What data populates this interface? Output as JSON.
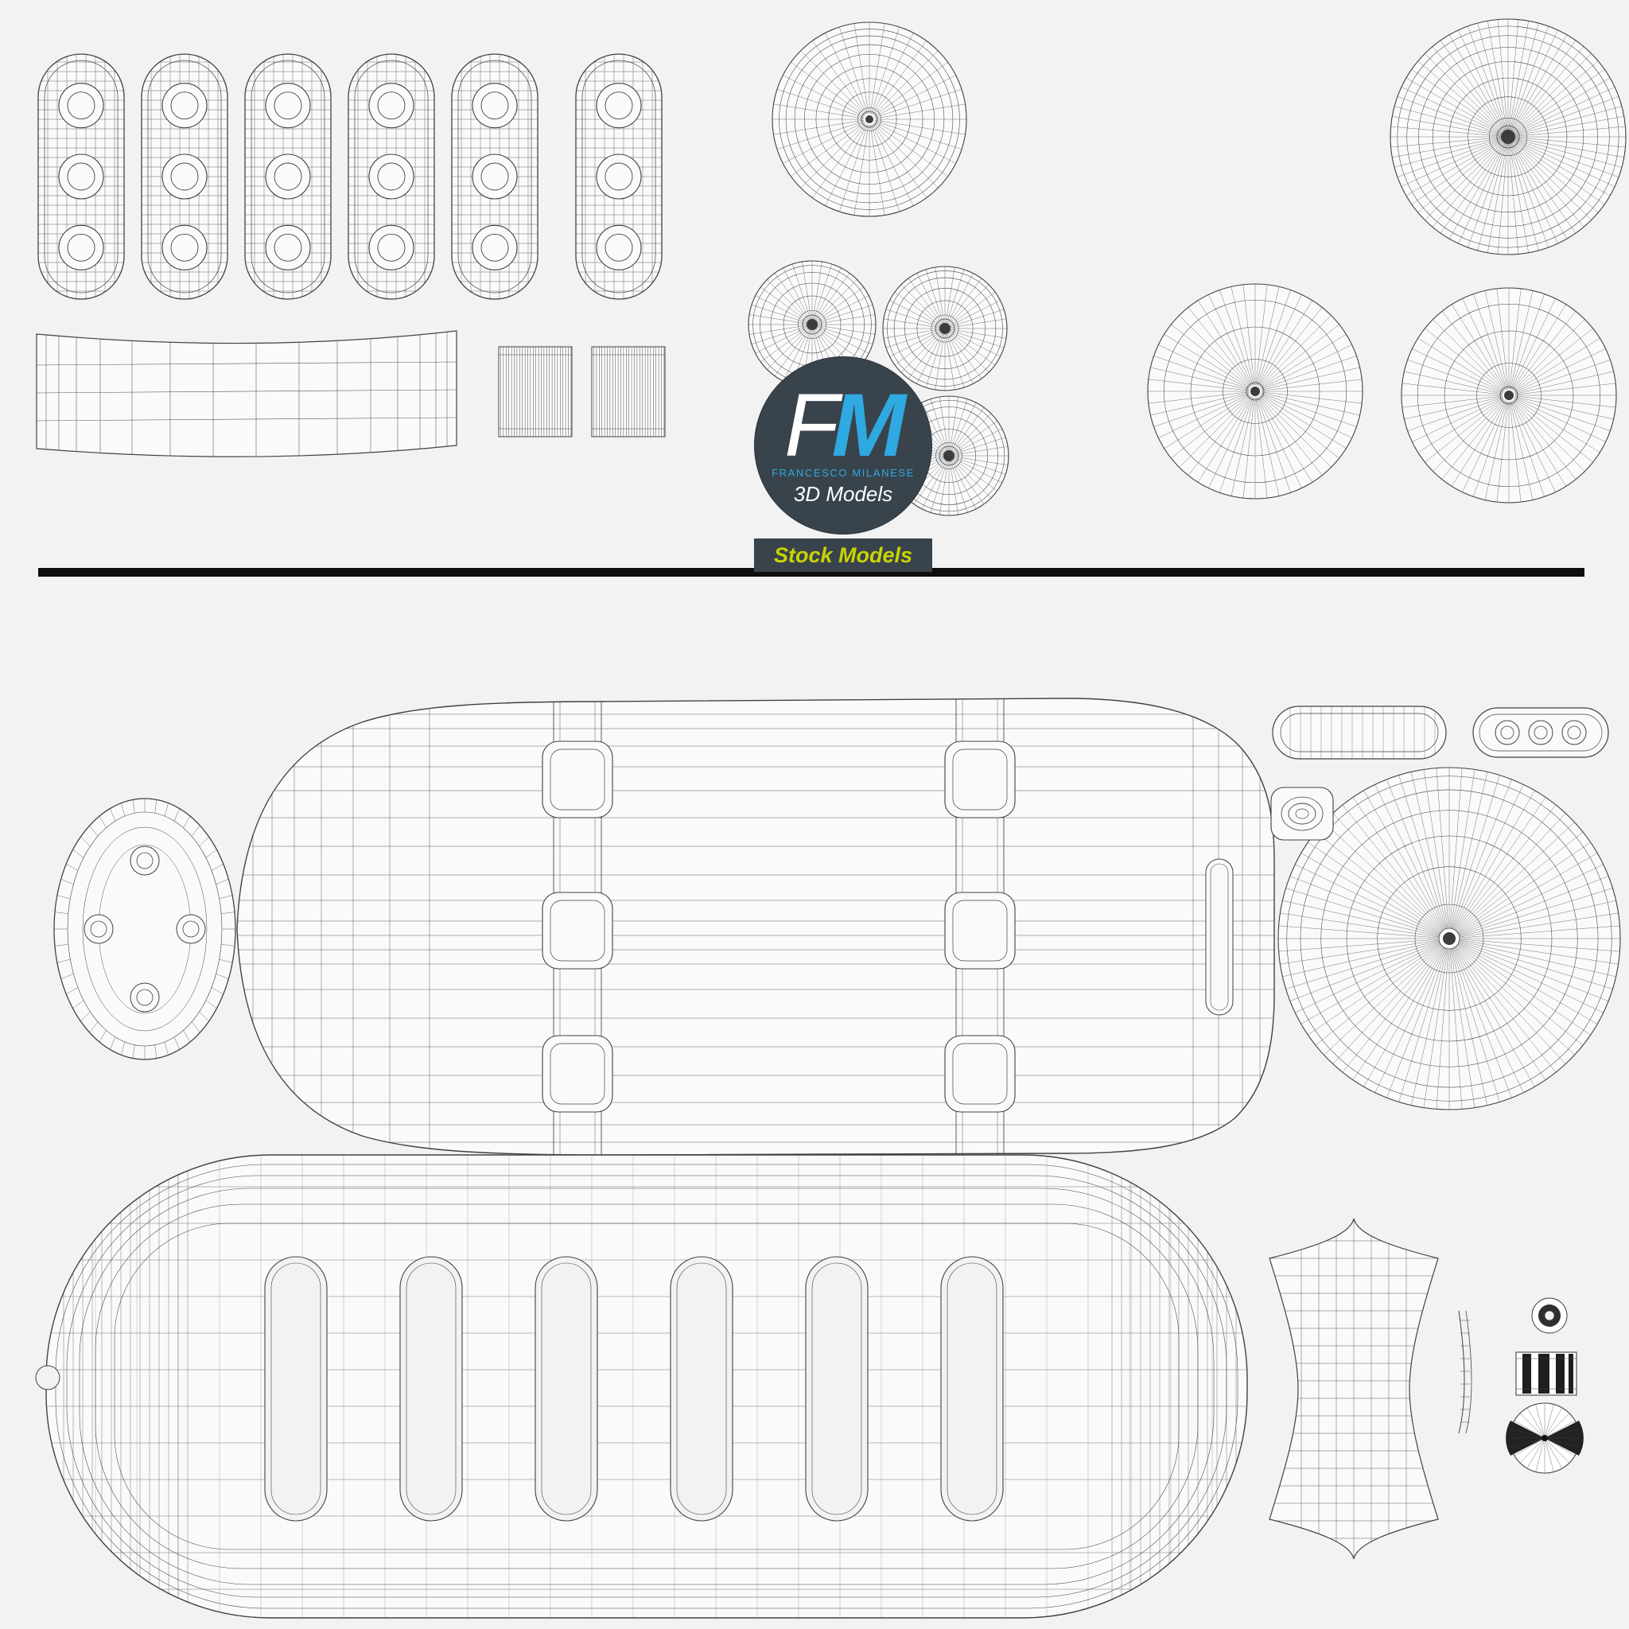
{
  "page": {
    "background_color": "#f2f2f3",
    "divider_color": "#0e0e0e"
  },
  "wireframe": {
    "stroke_color": "#3f4245",
    "fill_color": "#fafafa"
  },
  "watermark": {
    "initial_f": "F",
    "initial_m": "M",
    "subtitle": "FRANCESCO MILANESE",
    "tagline": "3D Models",
    "badge_label": "Stock Models",
    "circle_color": "#39434c",
    "accent_color": "#2fa9e1",
    "badge_background": "#39434c",
    "badge_text_color": "#c9d400"
  }
}
